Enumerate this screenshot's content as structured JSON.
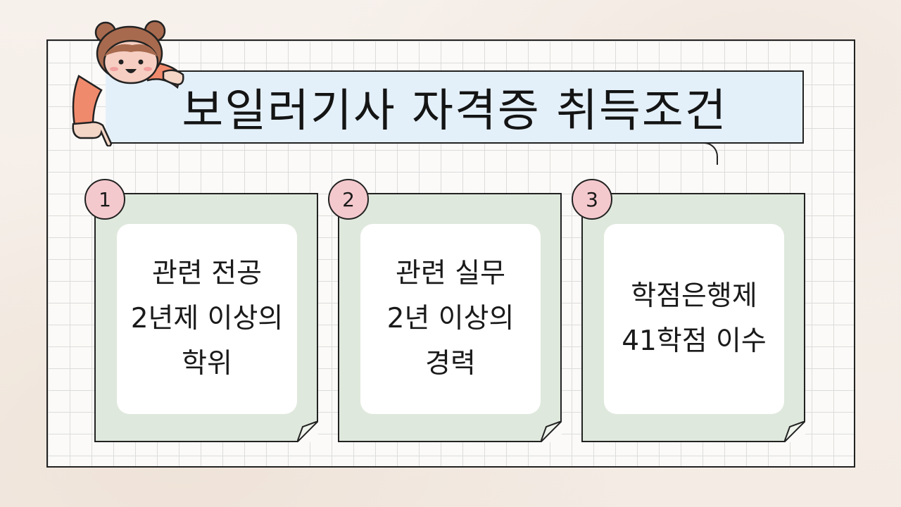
{
  "title": "보일러기사 자격증 취득조건",
  "cards": [
    {
      "number": "1",
      "lines": [
        "관련 전공",
        "2년제 이상의",
        "학위"
      ]
    },
    {
      "number": "2",
      "lines": [
        "관련 실무",
        "2년 이상의",
        "경력"
      ]
    },
    {
      "number": "3",
      "lines": [
        "학점은행제",
        "41학점 이수"
      ]
    }
  ],
  "colors": {
    "card_bg": "#dfe8dc",
    "badge_bg": "#f4c9cd",
    "title_band": "#e4f0f9"
  },
  "icons": {
    "mascot": "pointing-girl-mascot-icon"
  }
}
